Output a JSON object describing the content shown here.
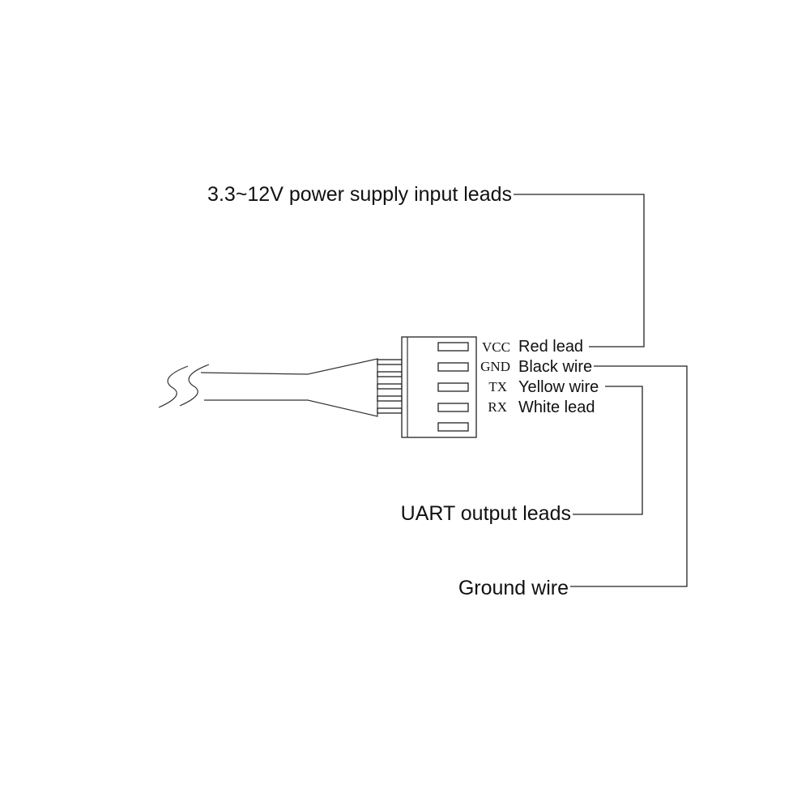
{
  "callouts": {
    "power": "3.3~12V power supply input leads",
    "uart": "UART output leads",
    "ground": "Ground wire"
  },
  "pins": [
    {
      "code": "VCC",
      "wire": "Red lead"
    },
    {
      "code": "GND",
      "wire": "Black wire"
    },
    {
      "code": "TX",
      "wire": "Yellow wire"
    },
    {
      "code": "RX",
      "wire": "White lead"
    }
  ]
}
